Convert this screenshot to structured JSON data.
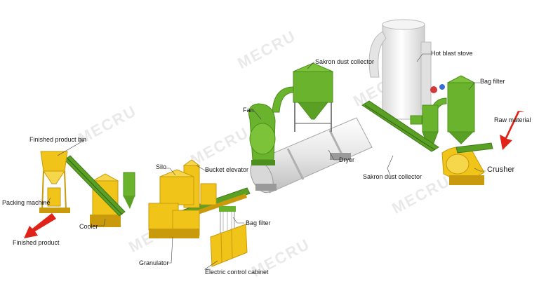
{
  "watermark": "MECRU",
  "colors": {
    "green": "#6ab42d",
    "green_dark": "#4d8f1e",
    "yellow": "#f0c419",
    "yellow_dark": "#c89a0c",
    "white_body": "#eeeeee",
    "arrow_red": "#e02318"
  },
  "labels": {
    "finished_product_bin": "Finished product bin",
    "packing_machine": "Packing machine",
    "finished_product": "Finished product",
    "cooler": "Cooler",
    "silo": "Silo",
    "bucket_elevator": "Bucket elevator",
    "granulator": "Granulator",
    "bag_filter_bottom": "Bag filter",
    "electric_control_cabinet": "Electric control cabinet",
    "fan": "Fan",
    "sakron_dust_collector_top": "Sakron dust collector",
    "dryer": "Dryer",
    "sakron_dust_collector_bottom": "Sakron dust collector",
    "hot_blast_stove": "Hot blast stove",
    "bag_filter_top": "Bag filter",
    "raw_material": "Raw material",
    "crusher": "Crusher"
  }
}
